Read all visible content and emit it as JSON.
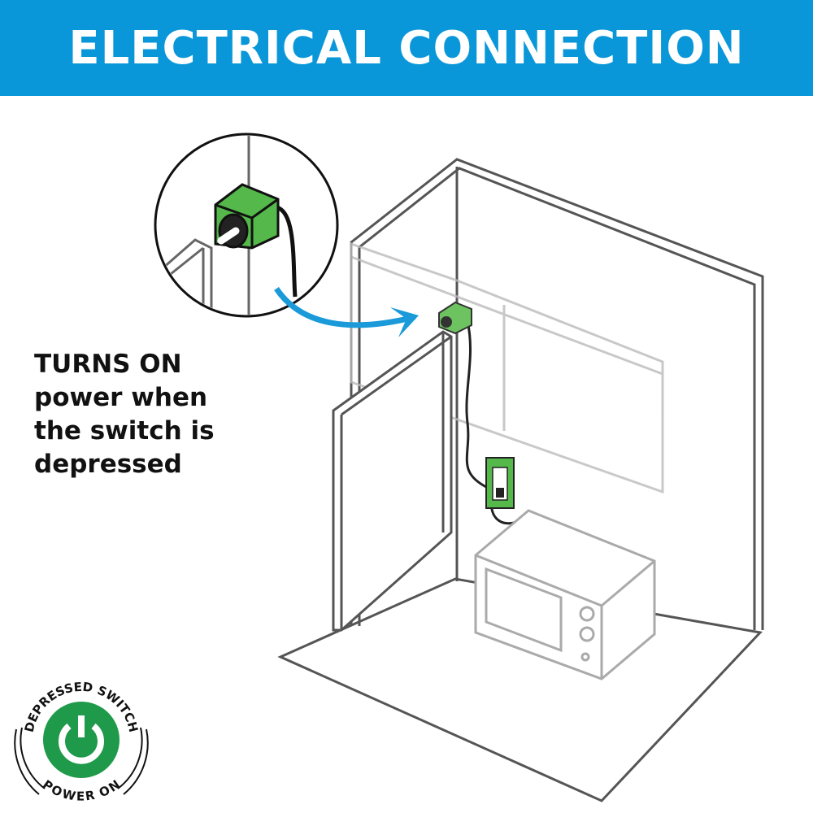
{
  "header": {
    "title": "ELECTRICAL CONNECTION"
  },
  "caption": {
    "line1": "TURNS ON",
    "line2": "power when the switch is depressed"
  },
  "badge": {
    "top_text": "DEPRESSED SWITCH",
    "bottom_text": "POWER ON",
    "icon": "power-icon"
  },
  "colors": {
    "header": "#0a97d9",
    "switch_green": "#55b84a",
    "badge_green": "#1e9a4a",
    "arrow_blue": "#1a9ad9"
  }
}
